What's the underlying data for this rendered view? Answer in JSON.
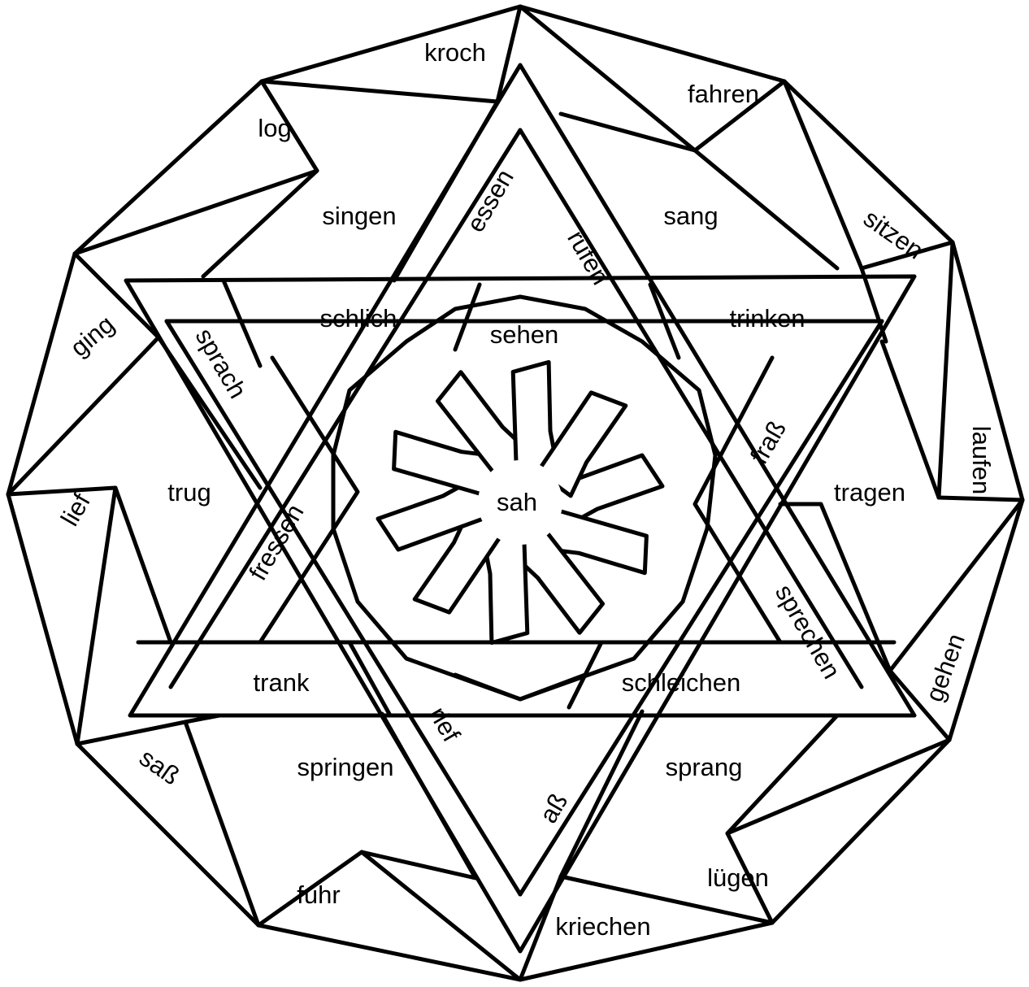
{
  "words": {
    "outer": {
      "kroch": "kroch",
      "fahren": "fahren",
      "sitzen": "sitzen",
      "laufen": "laufen",
      "gehen": "gehen",
      "luegen": "lügen",
      "kriechen": "kriechen",
      "fuhr": "fuhr",
      "sass": "saß",
      "lief": "lief",
      "ging": "ging",
      "log": "log"
    },
    "middle": {
      "singen": "singen",
      "sang": "sang",
      "tragen": "tragen",
      "sprang": "sprang",
      "springen": "springen",
      "trug": "trug"
    },
    "star": {
      "essen": "essen",
      "rufen": "rufen",
      "schlich": "schlich",
      "trinken": "trinken",
      "sprach": "sprach",
      "frass": "fraß",
      "fressen": "fressen",
      "sprechen": "sprechen",
      "trank": "trank",
      "schleichen": "schleichen",
      "rief": "rief",
      "ass": "aß"
    },
    "inner": {
      "sehen": "sehen",
      "sah": "sah"
    }
  }
}
